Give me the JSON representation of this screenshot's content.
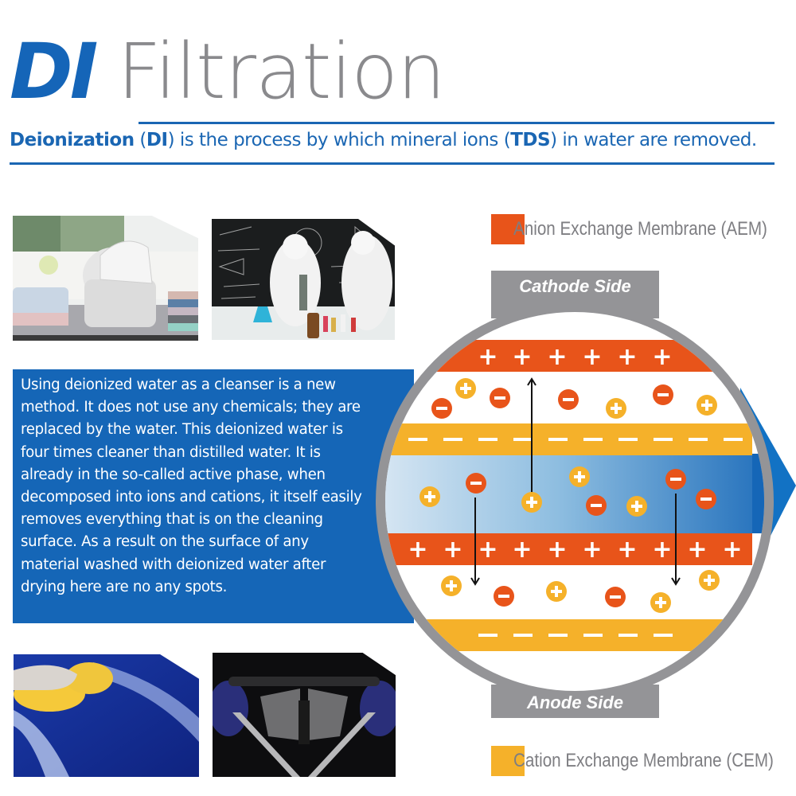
{
  "header": {
    "title_accent": "DI",
    "title_rest": "Filtration",
    "subtitle": {
      "term": "Deionization",
      "open_paren": " (",
      "abbr": "DI",
      "middle": ") is the process by which mineral ions (",
      "abbr2": "TDS",
      "end": ") in water are removed."
    }
  },
  "colors": {
    "brand_blue": "#1566b7",
    "title_gray": "#8a8a8d",
    "anion_orange": "#e8541a",
    "cation_yellow": "#f5b12a",
    "ring_gray": "#949497"
  },
  "photos": [
    {
      "name": "steam-iron-photo",
      "description": "steam iron on ironing board with folded clothes"
    },
    {
      "name": "lab-scientists-photo",
      "description": "scientists in protective suits in a laboratory"
    },
    {
      "name": "car-washing-photo",
      "description": "hand washing blue car hood with sponge"
    },
    {
      "name": "car-engine-photo",
      "description": "car engine bay"
    }
  ],
  "body": {
    "paragraph": "Using deionized water as a cleanser is a new method. It does not use any chemicals; they are replaced by the water. This deionized water is four times cleaner than distilled water. It is already in the so-called active phase, when decomposed into ions and cations, it itself easily removes everything that is on the cleaning surface. As a result on the surface of any material washed with deionized water after drying here are no any spots."
  },
  "legend": {
    "aem_label": "Anion Exchange Membrane (AEM)",
    "cem_label": "Cation Exchange Membrane (CEM)"
  },
  "diagram": {
    "cathode_label": "Cathode Side",
    "anode_label": "Anode Side",
    "layers": [
      {
        "type": "AEM",
        "charge": "+",
        "count": 6
      },
      {
        "type": "CEM",
        "charge": "-",
        "count": 10
      },
      {
        "type": "AEM",
        "charge": "+",
        "count": 10
      },
      {
        "type": "CEM",
        "charge": "-",
        "count": 6
      }
    ]
  }
}
